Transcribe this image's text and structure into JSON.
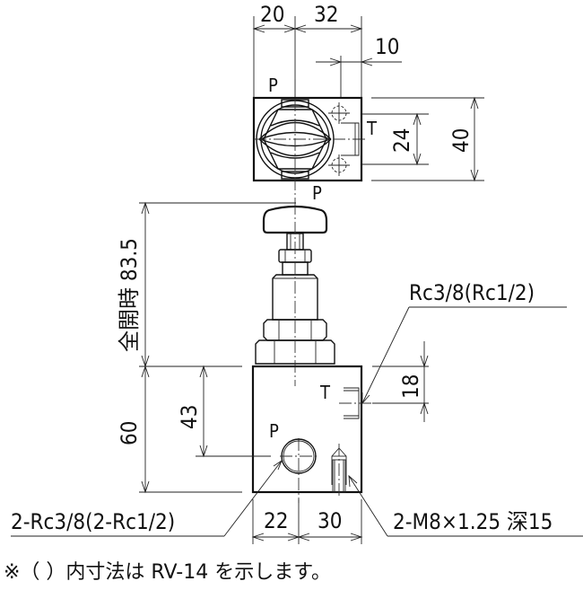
{
  "drawing": {
    "title": "Relief valve dimension drawing (top view and front view)",
    "top_view": {
      "dims": {
        "width_left": "20",
        "width_right": "32",
        "offset_t_port": "10",
        "t_port_spacing": "24",
        "depth": "40"
      },
      "port_labels": {
        "p_top": "P",
        "p_bottom": "P",
        "t": "T"
      }
    },
    "front_view": {
      "dims": {
        "full_open_height_label": "全開時 83.5",
        "body_height": "60",
        "p_port_height": "43",
        "t_port_offset": "18",
        "p_port_x": "22",
        "mount_hole_x": "30"
      },
      "port_labels": {
        "t": "T",
        "p": "P"
      },
      "callouts": {
        "t_port_thread": "Rc3/8(Rc1/2)",
        "p_port_thread": "2-Rc3/8(2-Rc1/2)",
        "mount_thread": "2-M8×1.25 深15"
      }
    },
    "footnote": "※（  ）内寸法は RV-14 を示します。"
  }
}
